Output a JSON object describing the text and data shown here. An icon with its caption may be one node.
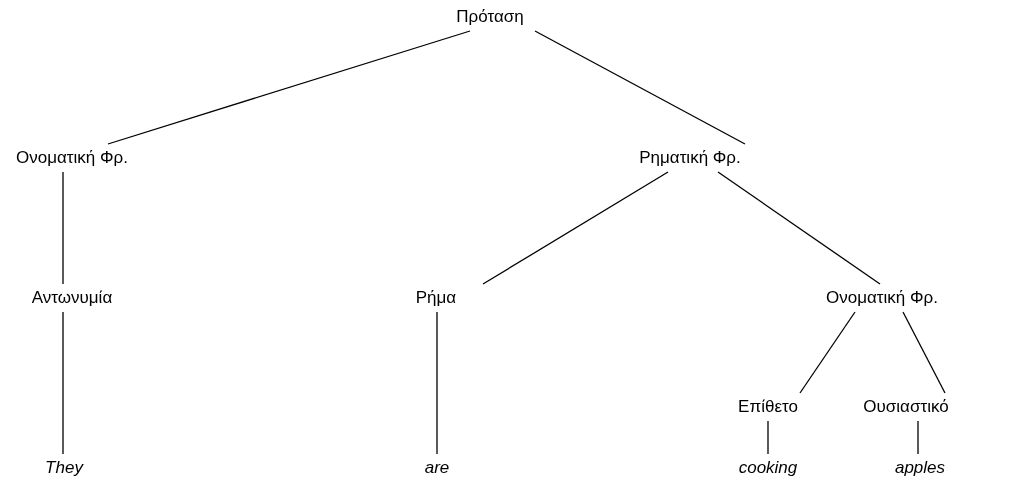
{
  "diagram": {
    "nodes": [
      {
        "text": [
          "Πρόταση"
        ]
      },
      {
        "text": [
          "Ονοματική Φρ."
        ]
      },
      {
        "text": [
          "Ρηματική Φρ."
        ]
      },
      {
        "text": [
          "Αντωνυμία"
        ]
      },
      {
        "text": [
          "Ρήμα"
        ]
      },
      {
        "text": [
          "Ονοματική Φρ."
        ]
      },
      {
        "text": [
          "Επίθετο"
        ]
      },
      {
        "text": [
          "Ουσιαστικό"
        ]
      },
      {
        "text": [
          "They"
        ]
      },
      {
        "text": [
          "are"
        ]
      },
      {
        "text": [
          "cooking"
        ]
      },
      {
        "text": [
          "apples"
        ]
      }
    ],
    "edges": [
      {
        "from": 0,
        "to": 1,
        "arrow": "none"
      },
      {
        "from": 0,
        "to": 2,
        "arrow": "none"
      },
      {
        "from": 1,
        "to": 3,
        "arrow": "none"
      },
      {
        "from": 2,
        "to": 4,
        "arrow": "none"
      },
      {
        "from": 2,
        "to": 5,
        "arrow": "none"
      },
      {
        "from": 3,
        "to": 8,
        "arrow": "none"
      },
      {
        "from": 4,
        "to": 9,
        "arrow": "none"
      },
      {
        "from": 5,
        "to": 6,
        "arrow": "none"
      },
      {
        "from": 5,
        "to": 7,
        "arrow": "none"
      },
      {
        "from": 6,
        "to": 10,
        "arrow": "none"
      },
      {
        "from": 7,
        "to": 11,
        "arrow": "none"
      }
    ]
  }
}
